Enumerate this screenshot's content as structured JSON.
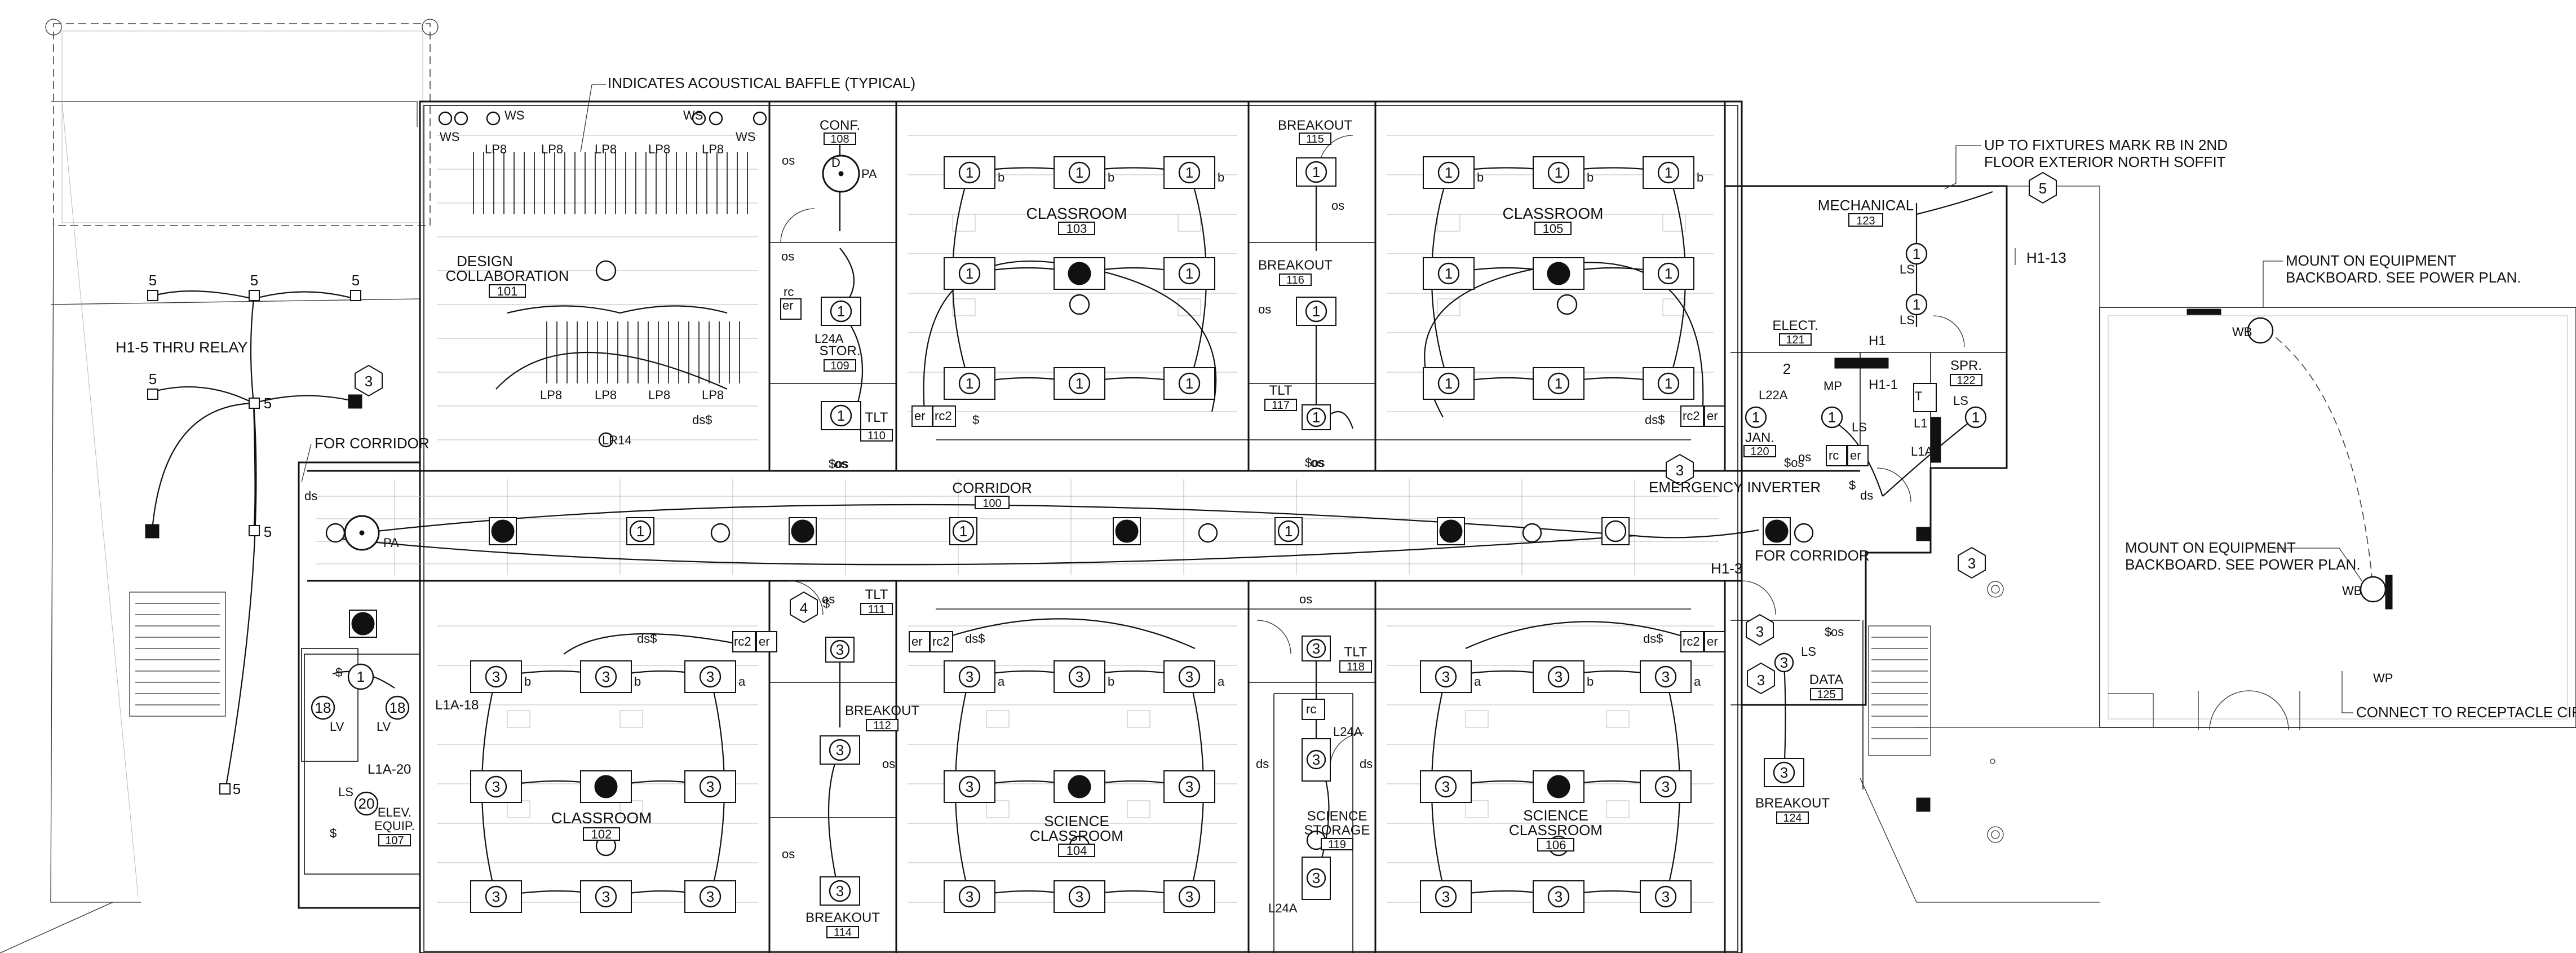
{
  "colors": {
    "line": "#111111",
    "grid": "#bbbbbb",
    "background": "#ffffff"
  },
  "rooms": [
    {
      "name": "DESIGN",
      "name2": "COLLABORATION",
      "number": "101"
    },
    {
      "name": "CLASSROOM",
      "number": "102"
    },
    {
      "name": "CLASSROOM",
      "number": "103"
    },
    {
      "name": "SCIENCE",
      "name2": "CLASSROOM",
      "number": "104"
    },
    {
      "name": "CLASSROOM",
      "number": "105"
    },
    {
      "name": "SCIENCE",
      "name2": "CLASSROOM",
      "number": "106"
    },
    {
      "name": "ELEV.",
      "name2": "EQUIP.",
      "number": "107"
    },
    {
      "name": "CONF.",
      "number": "108"
    },
    {
      "name": "STOR.",
      "number": "109"
    },
    {
      "name": "TLT",
      "number": "110"
    },
    {
      "name": "TLT",
      "number": "111"
    },
    {
      "name": "BREAKOUT",
      "number": "112"
    },
    {
      "name": "BREAKOUT",
      "number": "114"
    },
    {
      "name": "BREAKOUT",
      "number": "115"
    },
    {
      "name": "BREAKOUT",
      "number": "116"
    },
    {
      "name": "TLT",
      "number": "117"
    },
    {
      "name": "TLT",
      "number": "118"
    },
    {
      "name": "SCIENCE",
      "name2": "STORAGE",
      "number": "119"
    },
    {
      "name": "JAN.",
      "number": "120"
    },
    {
      "name": "ELECT.",
      "number": "121"
    },
    {
      "name": "SPR.",
      "number": "122"
    },
    {
      "name": "MECHANICAL",
      "number": "123"
    },
    {
      "name": "BREAKOUT",
      "number": "124"
    },
    {
      "name": "DATA",
      "number": "125"
    },
    {
      "name": "CORRIDOR",
      "number": "100"
    }
  ],
  "notes": {
    "baffle": "INDICATES ACOUSTICAL BAFFLE (TYPICAL)",
    "relay": "H1-5 THRU RELAY",
    "for_corridor_left": "FOR CORRIDOR",
    "for_corridor_right": "FOR CORRIDOR",
    "emergency": "EMERGENCY INVERTER",
    "fixtures_rb_1": "UP TO FIXTURES MARK RB IN 2ND",
    "fixtures_rb_2": "FLOOR EXTERIOR NORTH SOFFIT",
    "mount1_1": "MOUNT ON EQUIPMENT",
    "mount1_2": "BACKBOARD. SEE POWER PLAN.",
    "mount2_1": "MOUNT ON EQUIPMENT",
    "mount2_2": "BACKBOARD. SEE POWER PLAN.",
    "receptacle": "CONNECT TO RECEPTACLE CIRCUIT",
    "h1_13": "H1-13",
    "h1_3": "H1-3",
    "h1": "H1",
    "h1_1": "H1-1",
    "l1a_18": "L1A-18",
    "l1a_20": "L1A-20"
  },
  "tags": {
    "lp8": "LP8",
    "lr14": "LR14",
    "l24a": "L24A",
    "l22a": "L22A",
    "l1": "L1",
    "l1a": "L1A",
    "mp": "MP",
    "ls": "LS",
    "lv": "LV",
    "t": "T",
    "ws": "WS",
    "wb": "WB",
    "wp": "WP",
    "pa": "PA",
    "os": "os",
    "ds": "ds",
    "er": "er",
    "rc": "rc",
    "rc2": "rc2",
    "d": "D",
    "sw": "$",
    "dsw": "ds$",
    "osw": "$os",
    "type_a": "a",
    "type_b": "b"
  },
  "marks": {
    "m1": "1",
    "m2": "2",
    "m3": "3",
    "m4": "4",
    "m5": "5",
    "m18": "18",
    "m20": "20"
  }
}
